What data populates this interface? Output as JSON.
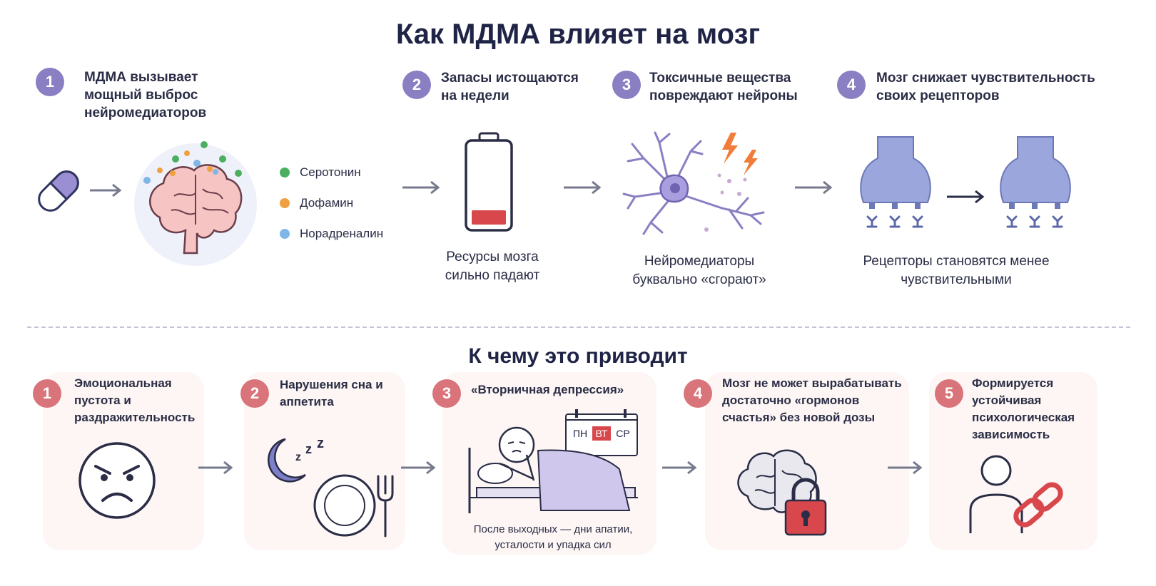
{
  "title": "Как МДМА влияет на мозг",
  "steps": [
    {
      "num": "1",
      "text": "МДМА вызывает мощный выброс нейромедиаторов"
    },
    {
      "num": "2",
      "text": "Запасы истощаются на недели",
      "caption": "Ресурсы мозга сильно падают"
    },
    {
      "num": "3",
      "text": "Токсичные вещества повреждают нейроны",
      "caption": "Нейромедиаторы буквально «сгорают»"
    },
    {
      "num": "4",
      "text": "Мозг снижает чувствительность своих рецепторов",
      "caption": "Рецепторы становятся менее чувствительными"
    }
  ],
  "legend": [
    {
      "label": "Серотонин",
      "color": "#4caf5f"
    },
    {
      "label": "Дофамин",
      "color": "#f0a040"
    },
    {
      "label": "Норадреналин",
      "color": "#7fb6e8"
    }
  ],
  "consequences_title": "К чему это приводит",
  "consequences": [
    {
      "num": "1",
      "text": "Эмоциональная пустота и раздражительность"
    },
    {
      "num": "2",
      "text": "Нарушения сна и аппетита"
    },
    {
      "num": "3",
      "text": "«Вторничная депрессия»",
      "caption": "После выходных — дни апатии, усталости и упадка сил",
      "calendar": [
        "ПН",
        "ВТ",
        "СР"
      ]
    },
    {
      "num": "4",
      "text": "Мозг не может вырабатывать достаточно «гормонов счастья» без новой дозы"
    },
    {
      "num": "5",
      "text": "Формируется устойчивая психологическая зависимость"
    }
  ],
  "colors": {
    "purple": "#8a7fc2",
    "red": "#d9747a",
    "dark": "#1f2446"
  },
  "icons": [
    "capsule-icon",
    "brain-icon",
    "battery-icon",
    "neuron-icon",
    "lightning-icon",
    "synapse-icon",
    "angry-face-icon",
    "moon-icon",
    "plate-icon",
    "fork-icon",
    "bed-icon",
    "calendar-icon",
    "lock-icon",
    "person-icon",
    "chain-icon",
    "arrow-icon"
  ]
}
